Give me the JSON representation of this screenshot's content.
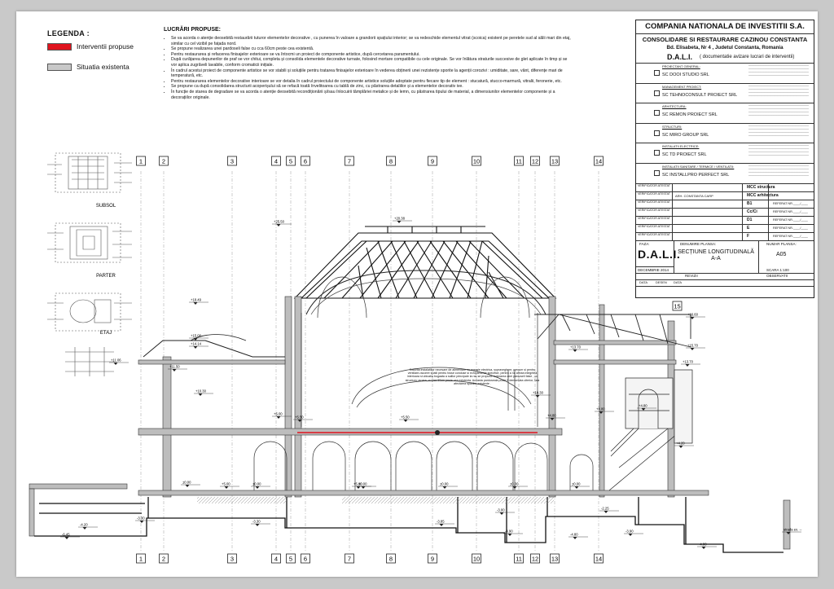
{
  "legend": {
    "title": "LEGENDA :",
    "items": [
      {
        "label": "Interventii propuse",
        "color": "#e0141e"
      },
      {
        "label": "Situatia existenta",
        "color": "#c8c8c8"
      }
    ]
  },
  "works": {
    "title": "LUCRĂRI PROPUSE:",
    "items": [
      "Se va acorda o atenție deosebită restaurării tuturor elementelor decorative , cu punerea în valoare a grandorii spațiului interior; se va redeschide elementul vitrat (scoica) existent pe peretele sud al sălii mari din etaj, similar cu cel vizibil pe fațada nord.",
      "Se propune realizarea unei pardoseli false cu cca 60cm peste cea existentă.",
      "Pentru restaurarea și refacerea finisajelor exterioare se va întocmi un proiect de componente artistice, după cercetarea paramentului.",
      "După curățarea depunerilor de praf se vor chitui, completa și consolida elementele decorative turnate, folosind mortare compatibile cu cele originale. Se vor înlătura straturile succesive de glet aplicate în timp și se vor aplica zugrăveli lavabile, conform cromaticii inițiale.",
      "În cadrul acestui proiect de componente artistice se vor stabili și soluțiile pentru tratarea finisajelor exterioare în vederea obținerii unei rezistențe sporite la agenții corozivi : umiditate, sare, vânt, diferențe mari de temperatură, etc.",
      "Pentru restaurarea elementelor decorative interioare se vor detalia în cadrul proiectului de componente artistice soluțiile adoptate pentru fiecare tip de element : stucatură, stucco-marmură, vitralii, feronerie, etc.",
      "Se propune ca după consolidarea structurii acoperișului să se refacă toată învelitoarea cu tablă de zinc, cu păstrarea detaliilor și a elementelor decorativ ive.",
      "În funcție de starea de degradare se va acorda o atenție deosebită recondiționării și/sau înlocuirii tâmplăriei metalice și de lemn, cu păstrarea tipului de material, a dimensiunilor elementelor componente și a decorațiilor originale."
    ]
  },
  "thumbs": [
    "SUBSOL",
    "PARTER",
    "ETAJ"
  ],
  "title_block": {
    "company": "COMPANIA NATIONALA DE INVESTITII S.A.",
    "project": "CONSOLIDARE SI RESTAURARE CAZINOU CONSTANTA",
    "address": "Bd. Elisabeta, Nr 4 , Judetul Constanta, Romania",
    "phase_line_main": "D.A.L.I.",
    "phase_line_note": "( documentatie avizare lucrari de interventii)",
    "firms": [
      {
        "role": "PROIECTANT GENERAL:",
        "name": "SC DOOI STUDIO SRL"
      },
      {
        "role": "MANAGEMENT PROIECT:",
        "name": "SC TEHNOCONSULT PROIECT SRL"
      },
      {
        "role": "ARHITECTURA:",
        "name": "SC REMON PROIECT SRL"
      },
      {
        "role": "STRUCTURI:",
        "name": "SC MIRO GROUP SRL"
      },
      {
        "role": "INSTALATII ELECTRICE:",
        "name": "SC TD PROIECT SRL"
      },
      {
        "role": "INSTALATII SANITARE / TERMICE / VENTILATII:",
        "name": "SC INSTALLPRO PERFECT SRL"
      }
    ],
    "verif_rows": [
      {
        "label": "VERIFICATOR ATESTAT",
        "name": "",
        "code": "MCC structura",
        "ref": ""
      },
      {
        "label": "VERIFICATOR ATESTAT",
        "name": "ARH. CONSTANTA CARP",
        "code": "MCC arhitectura",
        "ref": ""
      },
      {
        "label": "VERIFICATOR ATESTAT",
        "name": "",
        "code": "B1",
        "ref": "REFERAT NR.____/____"
      },
      {
        "label": "VERIFICATOR ATESTAT",
        "name": "",
        "code": "Cc/Ci",
        "ref": "REFERAT NR.____/____"
      },
      {
        "label": "VERIFICATOR ATESTAT",
        "name": "",
        "code": "D1",
        "ref": "REFERAT NR.____/____"
      },
      {
        "label": "VERIFICATOR ATESTAT",
        "name": "",
        "code": "E",
        "ref": "REFERAT NR.____/____"
      },
      {
        "label": "VERIFICATOR ATESTAT",
        "name": "",
        "code": "F",
        "ref": "REFERAT NR.____/____"
      }
    ],
    "faza_label": "FAZA:",
    "faza": "D.A.L.I.",
    "denumire_label": "DENUMIRE PLANSA:",
    "denumire": "SECȚIUNE LONGITUDINALĂ A-A",
    "numar_label": "NUMAR PLANSA:",
    "numar": "A05",
    "date": "DECEMBRIE 2014",
    "scale": "SCARA 1:100",
    "revizii": "REVIZII",
    "observatii": "OBSERVATII",
    "rev_headers": [
      "DATA",
      "DESEN",
      "DATA"
    ]
  },
  "grid_labels": [
    "1",
    "2",
    "3",
    "4",
    "5",
    "6",
    "7",
    "8",
    "9",
    "10",
    "11",
    "12",
    "13",
    "14"
  ],
  "grid_label_15": "15",
  "note": "Datorita instalatiilor necesare de alimentare cu energie electrica, supraveghere, precum si pentru ventilare-racorire spatii pentru fosse conduse si echipamente specifice, pentru a nu afecta integritea interioara si ubicatia bogaata a salilor principale la raz se propune realizarea unei pardoseli false , cu structura usoara, cu pca 60cm peste cea existenta. Aceasta pardoseala poate fi demontata ulterior, fara afectarea spatiilor existente .",
  "levels": [
    "+20.38",
    "+25.50",
    "+18.49",
    "+15.06",
    "+14.14",
    "+11.06",
    "+11.50",
    "+10.30",
    "+10.30",
    "+16.60",
    "+15.70",
    "+13.70",
    "+13.70",
    "+5.00",
    "+5.50",
    "+5.50",
    "+4.80",
    "+4.80",
    "+4.80",
    "+5.00",
    "+5.00",
    "+4.20",
    "±0.00",
    "±0.00",
    "±0.00",
    "±0.00",
    "±0.00",
    "±0.00",
    "-3.30",
    "-4.20",
    "-3.30",
    "-3.85",
    "-3.00",
    "-2.25",
    "-4.90",
    "-4.80",
    "-6.45",
    "-3.90",
    "-4.80",
    "strada ex. --"
  ]
}
